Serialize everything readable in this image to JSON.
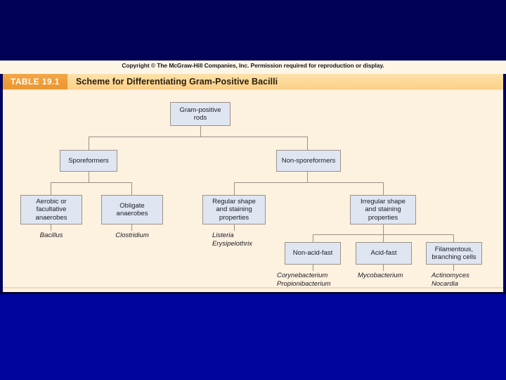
{
  "slide": {
    "copyright": "Copyright © The McGraw-Hill Companies, Inc. Permission required for reproduction or display.",
    "colors": {
      "top_background": "#000054",
      "bottom_background": "#00049c",
      "panel_background": "#fdf1e0",
      "header_band": "#fcd894",
      "badge": "#ee9b36",
      "node_fill": "#dfe6f2",
      "node_border": "#9a9287"
    }
  },
  "table": {
    "badge": "TABLE 19.1",
    "title": "Scheme for Differentiating Gram-Positive Bacilli"
  },
  "chart_data": {
    "type": "diagram",
    "title": "Scheme for Differentiating Gram-Positive Bacilli",
    "nodes": [
      {
        "id": "root",
        "label": "Gram-positive\nrods",
        "level": 0
      },
      {
        "id": "spore",
        "label": "Sporeformers",
        "level": 1
      },
      {
        "id": "nonspore",
        "label": "Non-sporeformers",
        "level": 1
      },
      {
        "id": "aerobic",
        "label": "Aerobic or\nfacultative\nanaerobes",
        "level": 2
      },
      {
        "id": "obligate",
        "label": "Obligate\nanaerobes",
        "level": 2
      },
      {
        "id": "regular",
        "label": "Regular shape\nand staining\nproperties",
        "level": 2
      },
      {
        "id": "irregular",
        "label": "Irregular shape\nand staining\nproperties",
        "level": 2
      },
      {
        "id": "nonacid",
        "label": "Non-acid-fast",
        "level": 3
      },
      {
        "id": "acidfast",
        "label": "Acid-fast",
        "level": 3
      },
      {
        "id": "filamentous",
        "label": "Filamentous,\nbranching cells",
        "level": 3
      }
    ],
    "edges": [
      {
        "from": "root",
        "to": "spore"
      },
      {
        "from": "root",
        "to": "nonspore"
      },
      {
        "from": "spore",
        "to": "aerobic"
      },
      {
        "from": "spore",
        "to": "obligate"
      },
      {
        "from": "nonspore",
        "to": "regular"
      },
      {
        "from": "nonspore",
        "to": "irregular"
      },
      {
        "from": "irregular",
        "to": "nonacid"
      },
      {
        "from": "irregular",
        "to": "acidfast"
      },
      {
        "from": "irregular",
        "to": "filamentous"
      }
    ],
    "leaf_genera": [
      {
        "node": "aerobic",
        "text": "Bacillus"
      },
      {
        "node": "obligate",
        "text": "Clostridium"
      },
      {
        "node": "regular",
        "text": "Listeria\nErysipelothrix"
      },
      {
        "node": "nonacid",
        "text": "Corynebacterium\nPropionibacterium"
      },
      {
        "node": "acidfast",
        "text": "Mycobacterium"
      },
      {
        "node": "filamentous",
        "text": "Actinomyces\nNocardia"
      }
    ]
  },
  "nodes": {
    "root": "Gram-positive\nrods",
    "sporeformers": "Sporeformers",
    "nonsporeformers": "Non-sporeformers",
    "aerobic": "Aerobic or\nfacultative\nanaerobes",
    "obligate": "Obligate\nanaerobes",
    "regular": "Regular shape\nand staining\nproperties",
    "irregular": "Irregular shape\nand staining\nproperties",
    "nonacidfast": "Non-acid-fast",
    "acidfast": "Acid-fast",
    "filamentous": "Filamentous,\nbranching cells"
  },
  "genera": {
    "bacillus": "Bacillus",
    "clostridium": "Clostridium",
    "listeria": "Listeria\nErysipelothrix",
    "coryne": "Corynebacterium\nPropionibacterium",
    "myco": "Mycobacterium",
    "actino": "Actinomyces\nNocardia"
  }
}
